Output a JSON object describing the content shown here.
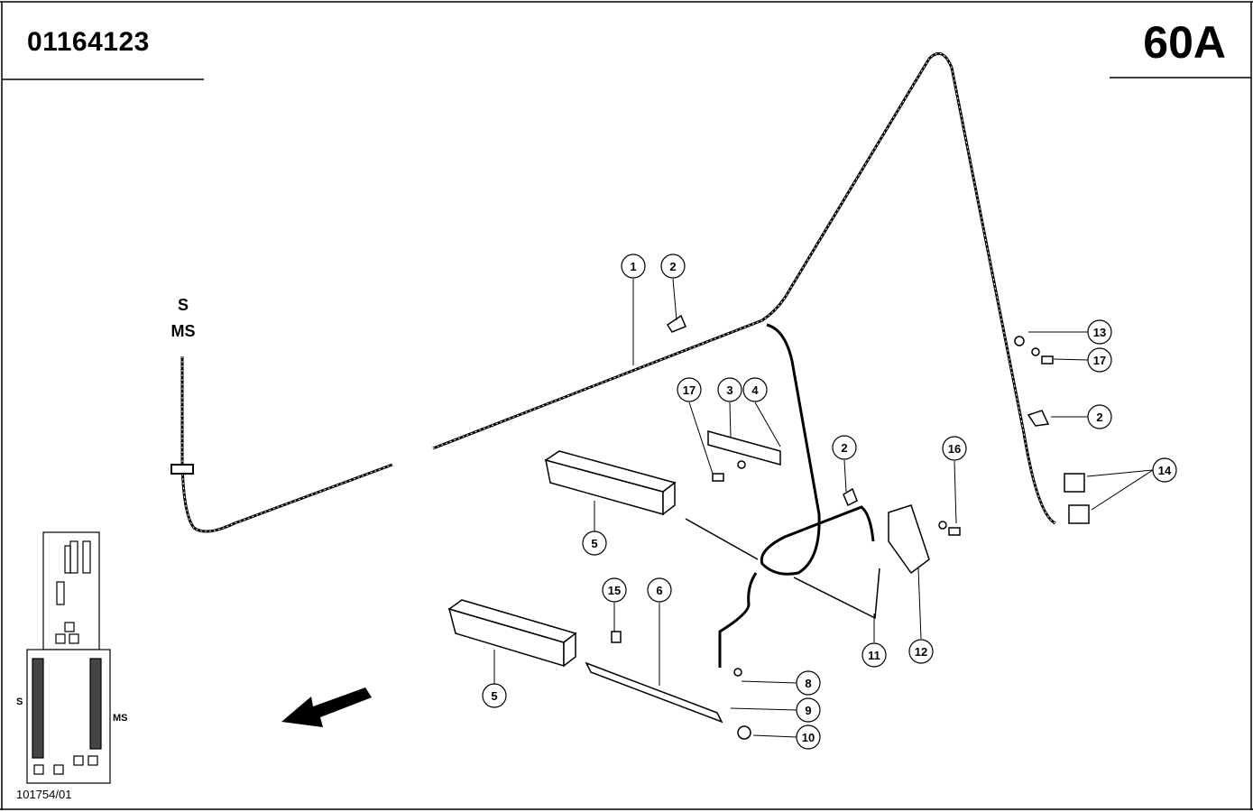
{
  "header": {
    "doc_number": "01164123",
    "page_code": "60A"
  },
  "variant_labels": {
    "s": "S",
    "ms": "MS"
  },
  "inset": {
    "label_s": "S",
    "label_ms": "MS"
  },
  "footer": {
    "ref_number": "101754/01"
  },
  "callouts": [
    "1",
    "2",
    "2",
    "2",
    "3",
    "4",
    "5",
    "5",
    "6",
    "8",
    "9",
    "10",
    "11",
    "12",
    "13",
    "14",
    "15",
    "16",
    "17",
    "17"
  ]
}
